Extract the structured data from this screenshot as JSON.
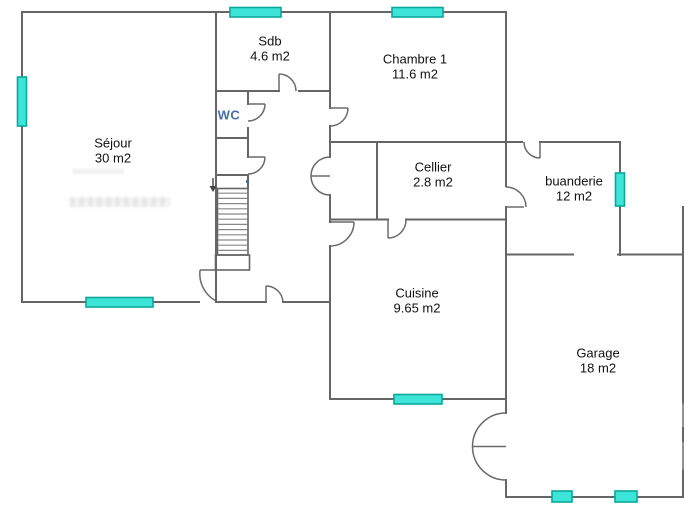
{
  "rooms": [
    {
      "name": "Séjour",
      "area": "30 m2"
    },
    {
      "name": "Sdb",
      "area": "4.6 m2"
    },
    {
      "name": "Chambre 1",
      "area": "11.6 m2"
    },
    {
      "name": "Cellier",
      "area": "2.8 m2"
    },
    {
      "name": "buanderie",
      "area": "12 m2"
    },
    {
      "name": "Cuisine",
      "area": "9.65 m2"
    },
    {
      "name": "Garage",
      "area": "18 m2"
    }
  ],
  "wc_label": "WC",
  "colors": {
    "wall": "#666666",
    "window_fill": "#3DE5D8",
    "window_border": "#0BA79B",
    "door_arc": "#6A6A6A",
    "wc_text": "#4A6FA8",
    "room_text": "#111111",
    "background": "#FFFFFF"
  }
}
